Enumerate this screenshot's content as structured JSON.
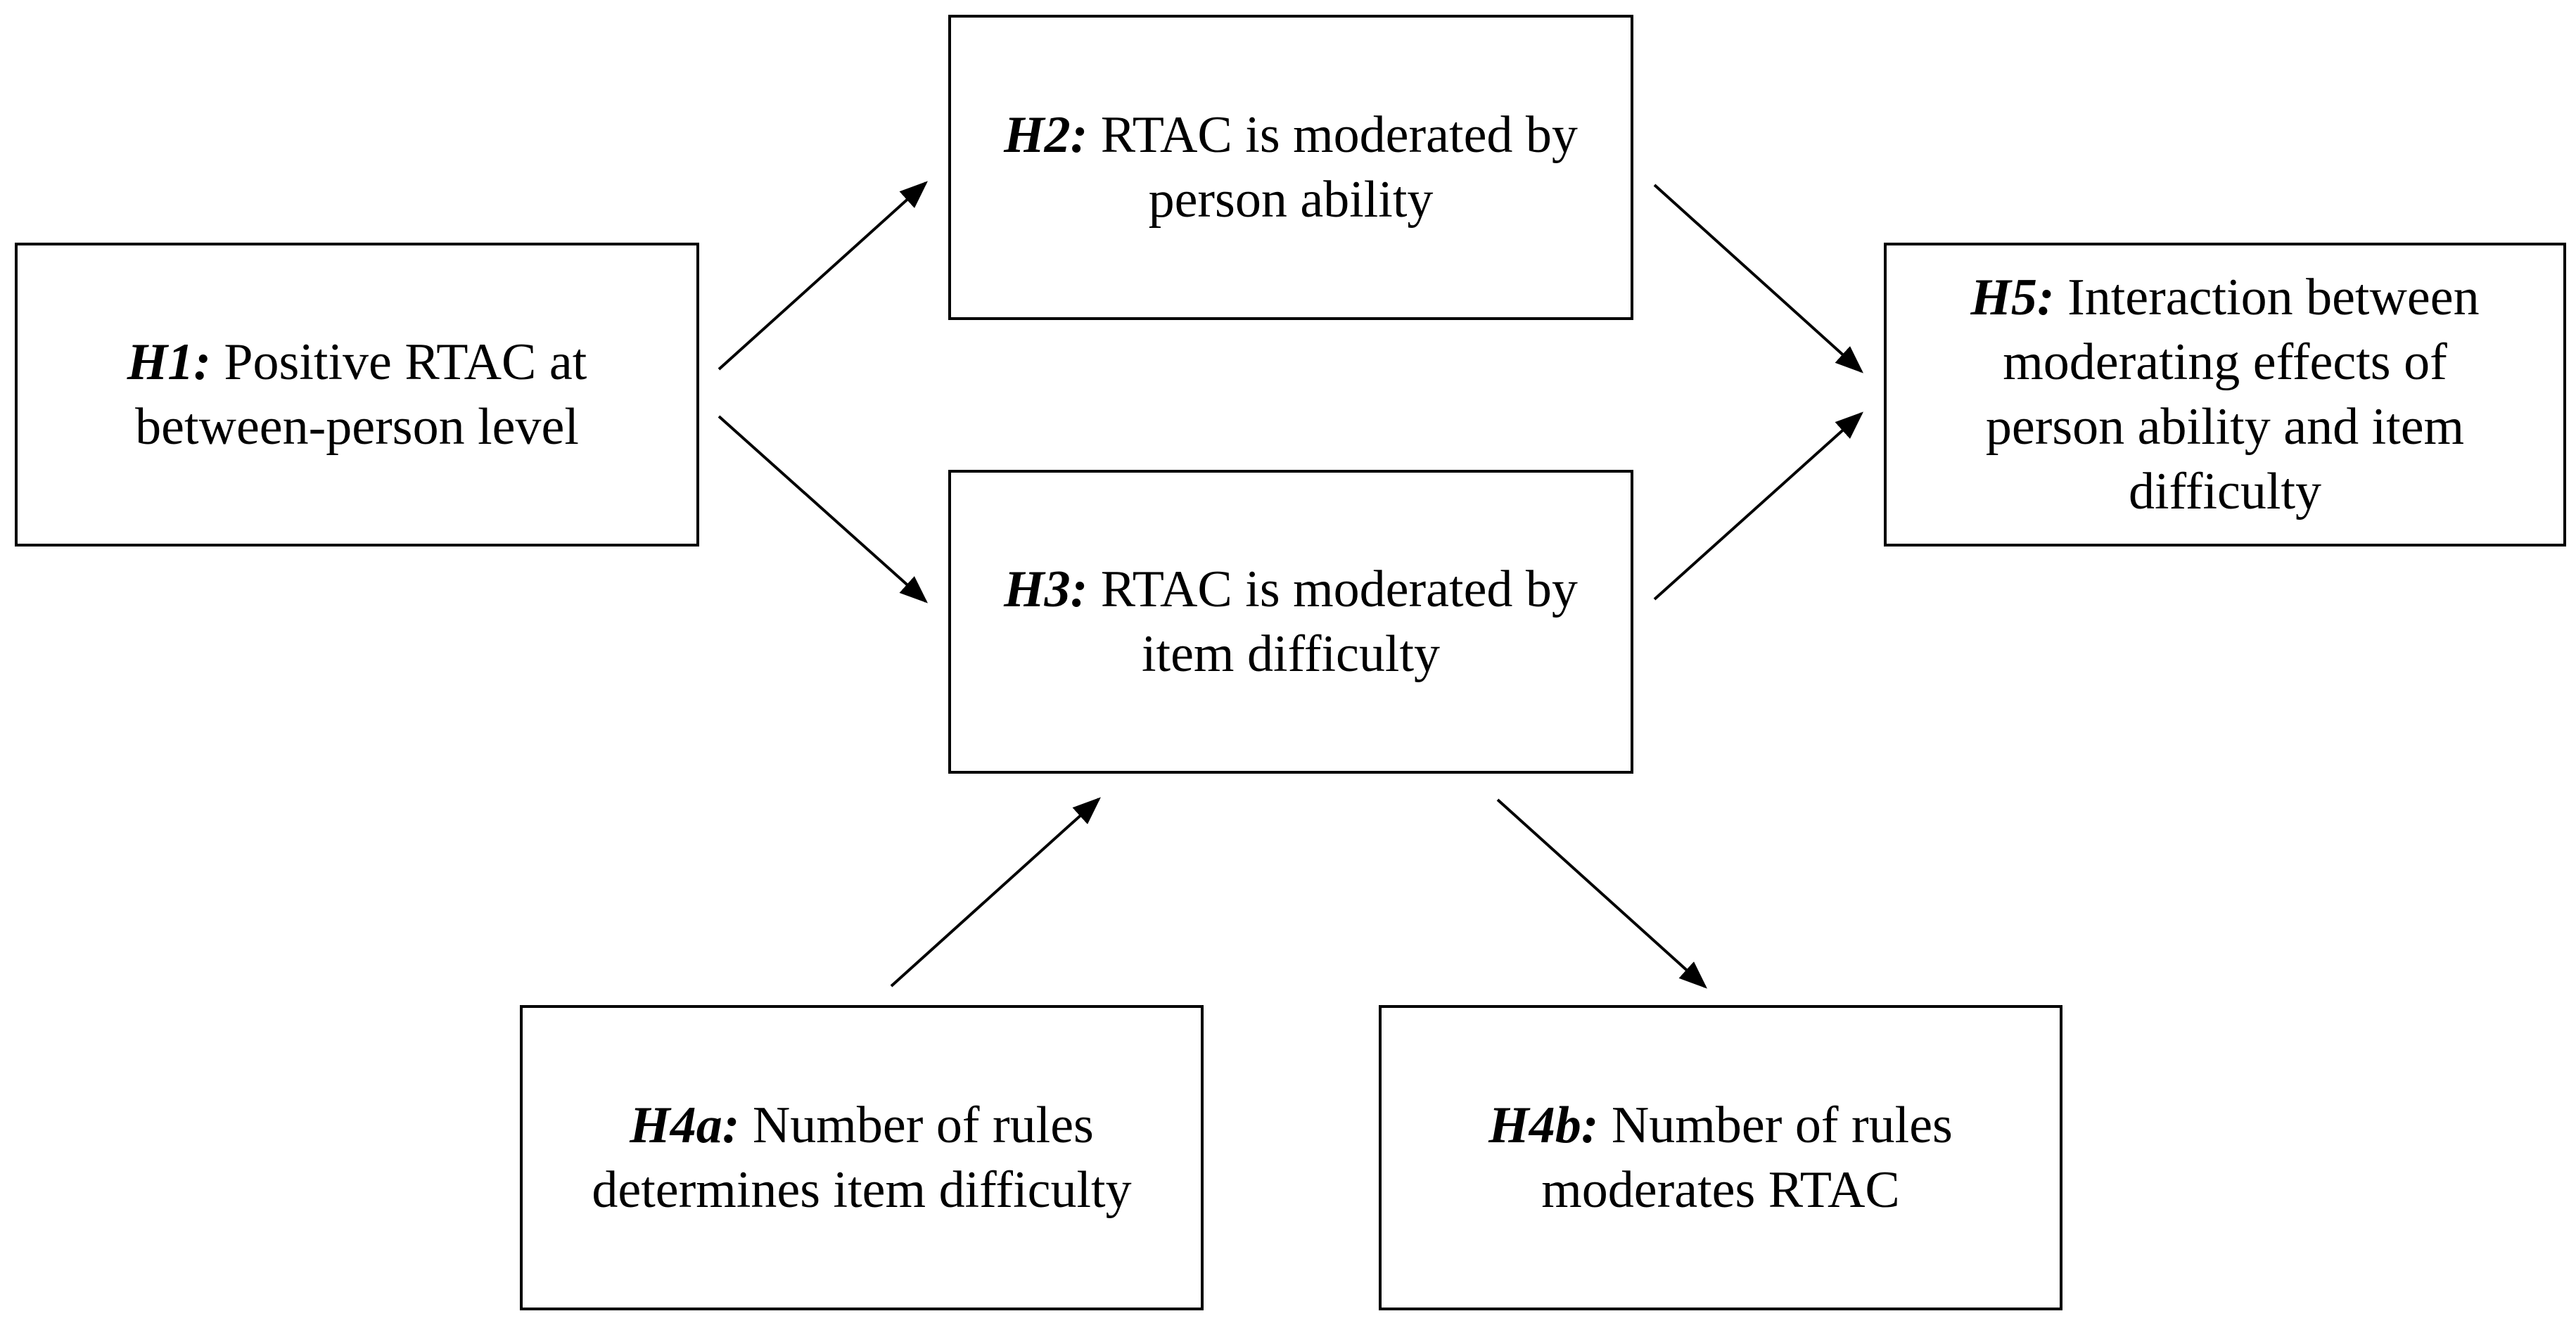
{
  "diagram": {
    "nodes": [
      {
        "id": "h1",
        "label": "H1:",
        "text": "Positive RTAC  at between-person level"
      },
      {
        "id": "h2",
        "label": "H2:",
        "text": "RTAC is moderated by person ability"
      },
      {
        "id": "h3",
        "label": "H3:",
        "text": "RTAC is moderated by item difficulty"
      },
      {
        "id": "h5",
        "label": "H5:",
        "text": "Interaction between moderating effects of person ability and item difficulty"
      },
      {
        "id": "h4a",
        "label": "H4a:",
        "text": "Number of rules determines item difficulty"
      },
      {
        "id": "h4b",
        "label": "H4b:",
        "text": "Number of rules moderates RTAC"
      }
    ],
    "edges": [
      {
        "from": "h1",
        "to": "h2"
      },
      {
        "from": "h1",
        "to": "h3"
      },
      {
        "from": "h2",
        "to": "h5"
      },
      {
        "from": "h3",
        "to": "h5"
      },
      {
        "from": "h4a",
        "to": "h3"
      },
      {
        "from": "h3",
        "to": "h4b"
      }
    ]
  }
}
